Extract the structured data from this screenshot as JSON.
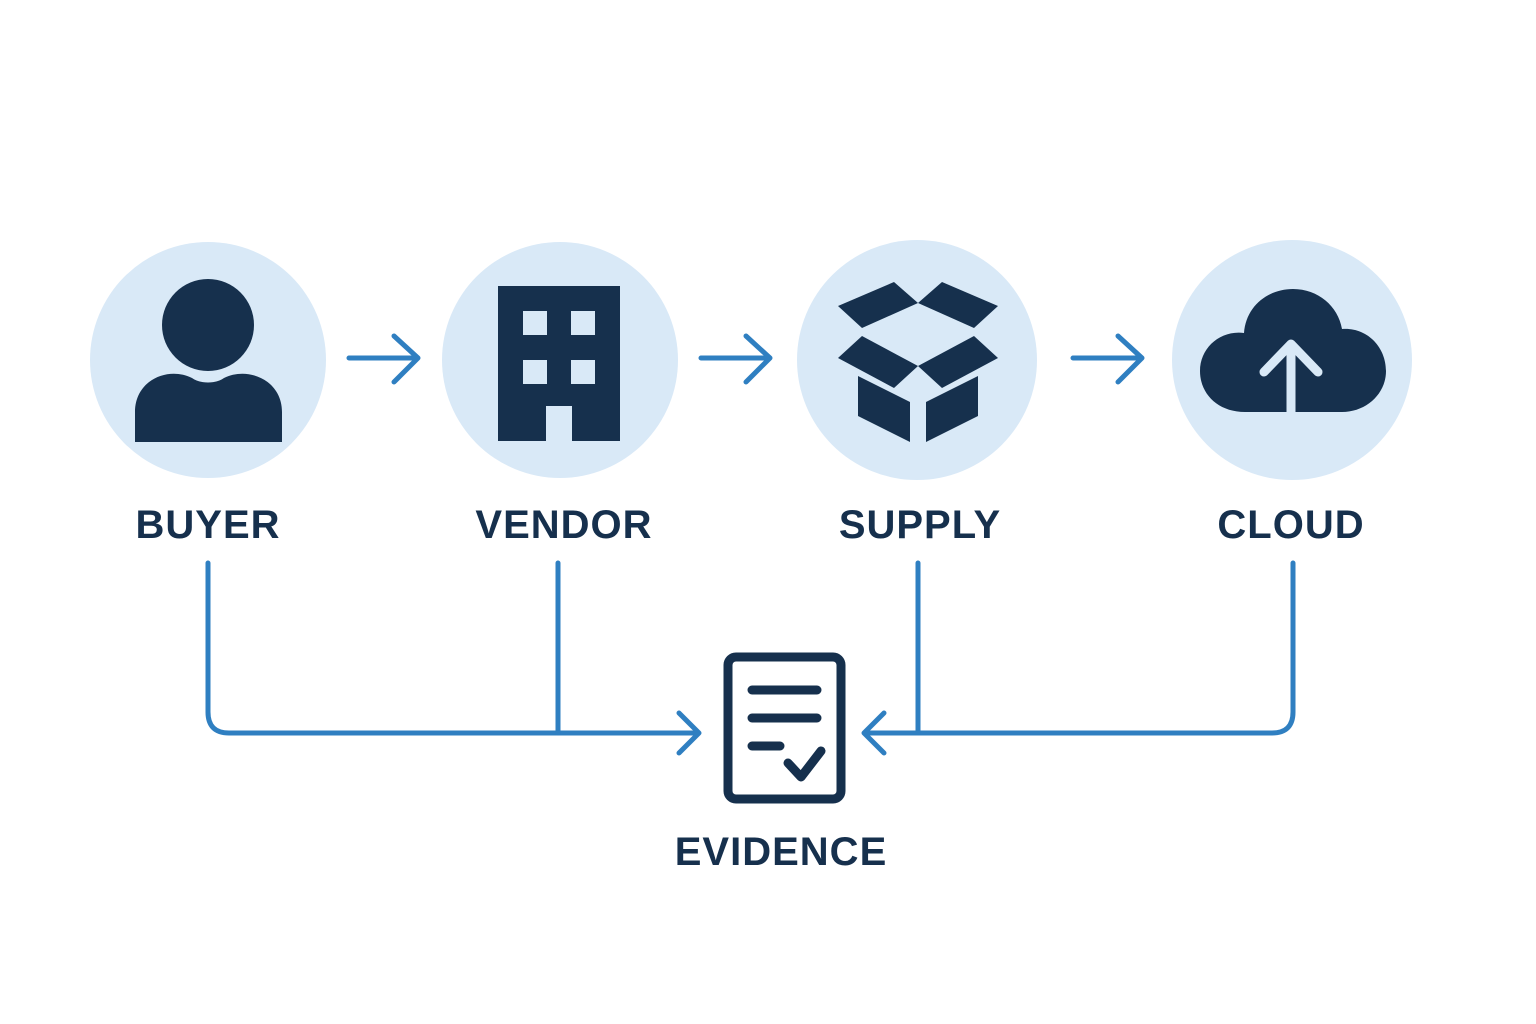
{
  "colors": {
    "background": "#ffffff",
    "circle_fill": "#d9e9f7",
    "icon": "#16304d",
    "connector": "#2f7fc1",
    "label": "#16304d"
  },
  "nodes": [
    {
      "id": "buyer",
      "label": "BUYER",
      "icon": "person-icon"
    },
    {
      "id": "vendor",
      "label": "VENDOR",
      "icon": "building-icon"
    },
    {
      "id": "supply",
      "label": "SUPPLY",
      "icon": "open-box-icon"
    },
    {
      "id": "cloud",
      "label": "CLOUD",
      "icon": "cloud-upload-icon"
    }
  ],
  "target": {
    "id": "evidence",
    "label": "EVIDENCE",
    "icon": "document-check-icon"
  },
  "flows": [
    {
      "from": "buyer",
      "to": "vendor"
    },
    {
      "from": "vendor",
      "to": "supply"
    },
    {
      "from": "supply",
      "to": "cloud"
    },
    {
      "from": "buyer",
      "to": "evidence"
    },
    {
      "from": "vendor",
      "to": "evidence"
    },
    {
      "from": "supply",
      "to": "evidence"
    },
    {
      "from": "cloud",
      "to": "evidence"
    }
  ]
}
